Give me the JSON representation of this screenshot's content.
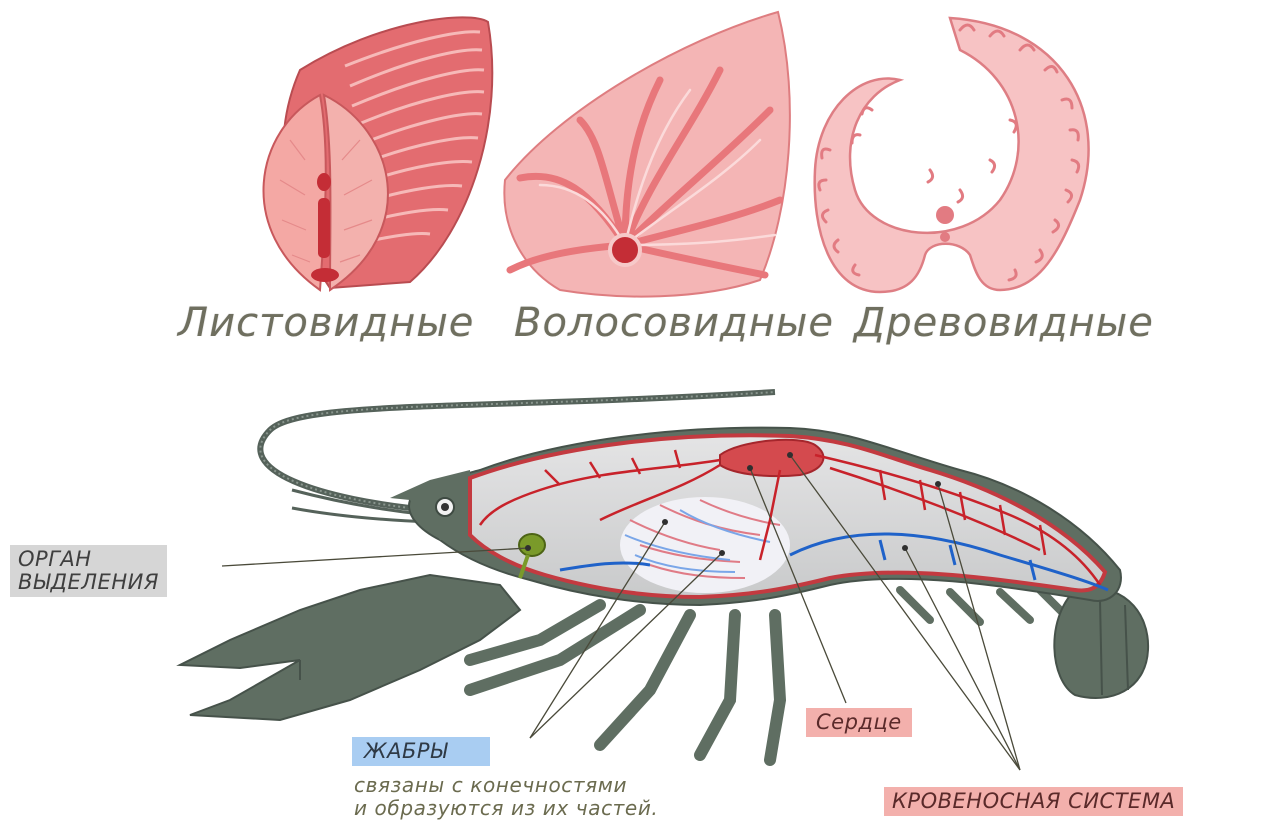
{
  "gill_types": [
    {
      "label": "Листовидные"
    },
    {
      "label": "Волосовидные"
    },
    {
      "label": "Древовидные"
    }
  ],
  "labels": {
    "excretory_organ_line1": "ОРГАН",
    "excretory_organ_line2": "ВЫДЕЛЕНИЯ",
    "gills": "ЖАБРЫ",
    "gills_note_line1": "связаны с конечностями",
    "gills_note_line2": "и образуются из их частей.",
    "heart": "Сердце",
    "circulatory_system": "КРОВЕНОСНАЯ СИСТЕМА"
  },
  "colors": {
    "gill_pink": "#e9787c",
    "gill_light": "#f7c3c3",
    "crayfish_body": "#5f6e62",
    "body_cavity": "#d9dadb",
    "artery_red": "#c8222a",
    "vein_blue": "#1f62c9",
    "organ_green": "#7a9a2a"
  }
}
